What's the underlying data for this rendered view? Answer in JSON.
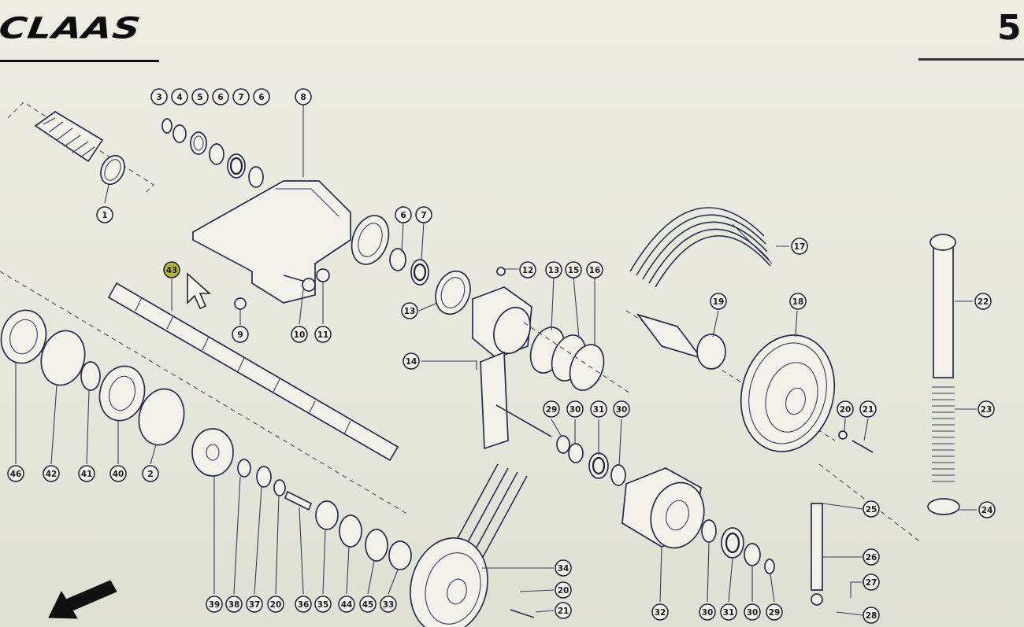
{
  "header": {
    "brand": "CLAAS",
    "page_number": "5"
  },
  "colors": {
    "paper": "#e9e9df",
    "ink": "#2d2f4a",
    "highlight": "#b8b631"
  },
  "icons": {
    "pointer": "cursor-arrow-icon",
    "navigation": "arrow-down-left-icon"
  },
  "highlighted_callout": "43",
  "callouts": [
    {
      "label": "1"
    },
    {
      "label": "3"
    },
    {
      "label": "4"
    },
    {
      "label": "5"
    },
    {
      "label": "6"
    },
    {
      "label": "7"
    },
    {
      "label": "6"
    },
    {
      "label": "8"
    },
    {
      "label": "6"
    },
    {
      "label": "7"
    },
    {
      "label": "9"
    },
    {
      "label": "10"
    },
    {
      "label": "11"
    },
    {
      "label": "12"
    },
    {
      "label": "13"
    },
    {
      "label": "15"
    },
    {
      "label": "16"
    },
    {
      "label": "13"
    },
    {
      "label": "14"
    },
    {
      "label": "17"
    },
    {
      "label": "19"
    },
    {
      "label": "18"
    },
    {
      "label": "22"
    },
    {
      "label": "23"
    },
    {
      "label": "24"
    },
    {
      "label": "20"
    },
    {
      "label": "21"
    },
    {
      "label": "29"
    },
    {
      "label": "30"
    },
    {
      "label": "31"
    },
    {
      "label": "30"
    },
    {
      "label": "43"
    },
    {
      "label": "46"
    },
    {
      "label": "42"
    },
    {
      "label": "41"
    },
    {
      "label": "40"
    },
    {
      "label": "2"
    },
    {
      "label": "39"
    },
    {
      "label": "38"
    },
    {
      "label": "37"
    },
    {
      "label": "20"
    },
    {
      "label": "36"
    },
    {
      "label": "35"
    },
    {
      "label": "44"
    },
    {
      "label": "45"
    },
    {
      "label": "33"
    },
    {
      "label": "34"
    },
    {
      "label": "20"
    },
    {
      "label": "21"
    },
    {
      "label": "32"
    },
    {
      "label": "30"
    },
    {
      "label": "31"
    },
    {
      "label": "30"
    },
    {
      "label": "29"
    },
    {
      "label": "25"
    },
    {
      "label": "26"
    },
    {
      "label": "27"
    },
    {
      "label": "28"
    }
  ]
}
